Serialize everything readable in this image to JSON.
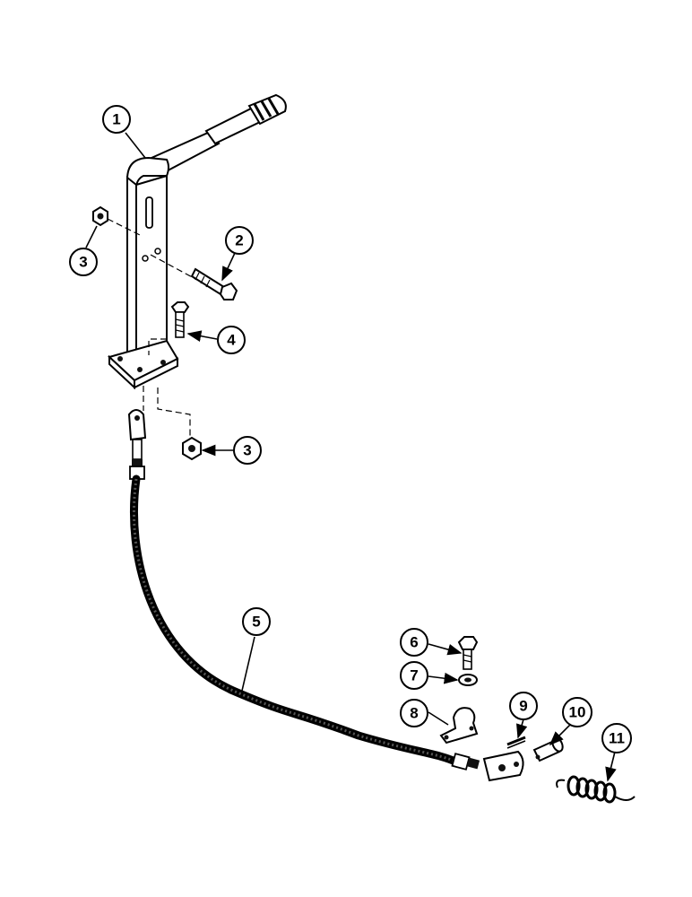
{
  "callouts": [
    {
      "id": "c1",
      "label": "1"
    },
    {
      "id": "c2",
      "label": "2"
    },
    {
      "id": "c3a",
      "label": "3"
    },
    {
      "id": "c4",
      "label": "4"
    },
    {
      "id": "c3b",
      "label": "3"
    },
    {
      "id": "c5",
      "label": "5"
    },
    {
      "id": "c6",
      "label": "6"
    },
    {
      "id": "c7",
      "label": "7"
    },
    {
      "id": "c8",
      "label": "8"
    },
    {
      "id": "c9",
      "label": "9"
    },
    {
      "id": "c10",
      "label": "10"
    },
    {
      "id": "c11",
      "label": "11"
    }
  ]
}
